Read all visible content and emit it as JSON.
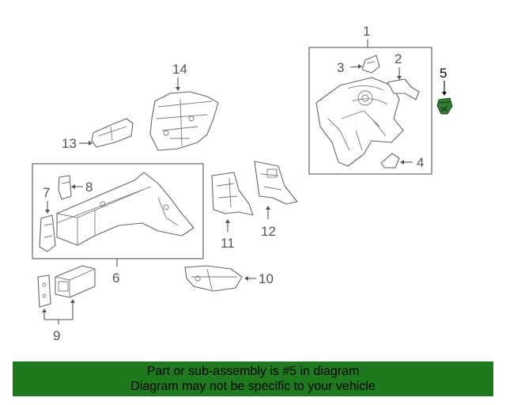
{
  "diagram": {
    "callouts": {
      "c1": "1",
      "c2": "2",
      "c3": "3",
      "c4": "4",
      "c5": "5",
      "c6": "6",
      "c7": "7",
      "c8": "8",
      "c9": "9",
      "c10": "10",
      "c11": "11",
      "c12": "12",
      "c13": "13",
      "c14": "14"
    },
    "highlighted_part": "5",
    "colors": {
      "highlight": "#2e7d32",
      "banner": "#1f7a1f",
      "line": "#666666"
    }
  },
  "banner": {
    "line1": "Part or sub-assembly is #5 in diagram",
    "line2": "Diagram may not be specific to your vehicle"
  }
}
